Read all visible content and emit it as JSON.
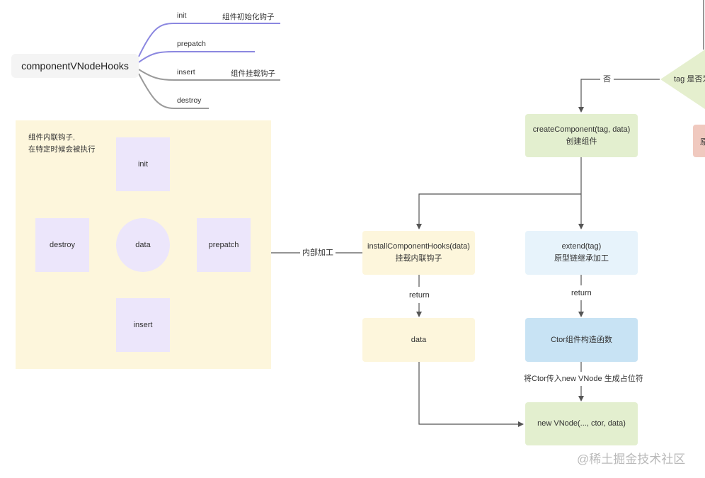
{
  "mindmap": {
    "root": "componentVNodeHooks",
    "branches": [
      {
        "name": "init",
        "note": "组件初始化钩子"
      },
      {
        "name": "prepatch",
        "note": ""
      },
      {
        "name": "insert",
        "note": "组件挂载钩子"
      },
      {
        "name": "destroy",
        "note": ""
      }
    ]
  },
  "hooks_panel": {
    "title_line1": "组件内联钩子,",
    "title_line2": "在特定时候会被执行",
    "center": "data",
    "init": "init",
    "prepatch": "prepatch",
    "insert": "insert",
    "destroy": "destroy"
  },
  "flow": {
    "decision": "tag 是否为",
    "no_label": "否",
    "create_component_line1": "createComponent(tag, data)",
    "create_component_line2": "创建组件",
    "install_hooks_line1": "installComponentHooks(data)",
    "install_hooks_line2": "挂载内联钩子",
    "extend_line1": "extend(tag)",
    "extend_line2": "原型链继承加工",
    "return_left": "return",
    "return_right": "return",
    "data_box": "data",
    "ctor_box": "Ctor组件构造函数",
    "ctor_to_vnode": "将Ctor传入new VNode 生成占位符",
    "new_vnode": "new VNode(..., ctor, data)",
    "internal_process": "内部加工",
    "clipped_right_box": "原"
  },
  "watermark": "@稀土掘金技术社区",
  "colors": {
    "mindmap_purple": "#8b87e0",
    "mindmap_gray": "#9a9a9a",
    "panel_yellow": "#fdf6dc",
    "hook_purple": "#ece6fb",
    "green_box": "#e3efcf",
    "yellow_box": "#fdf6dc",
    "light_blue_box": "#e7f3fb",
    "blue_box": "#c8e3f4",
    "red_box": "#f0c9bf",
    "line": "#555555"
  }
}
